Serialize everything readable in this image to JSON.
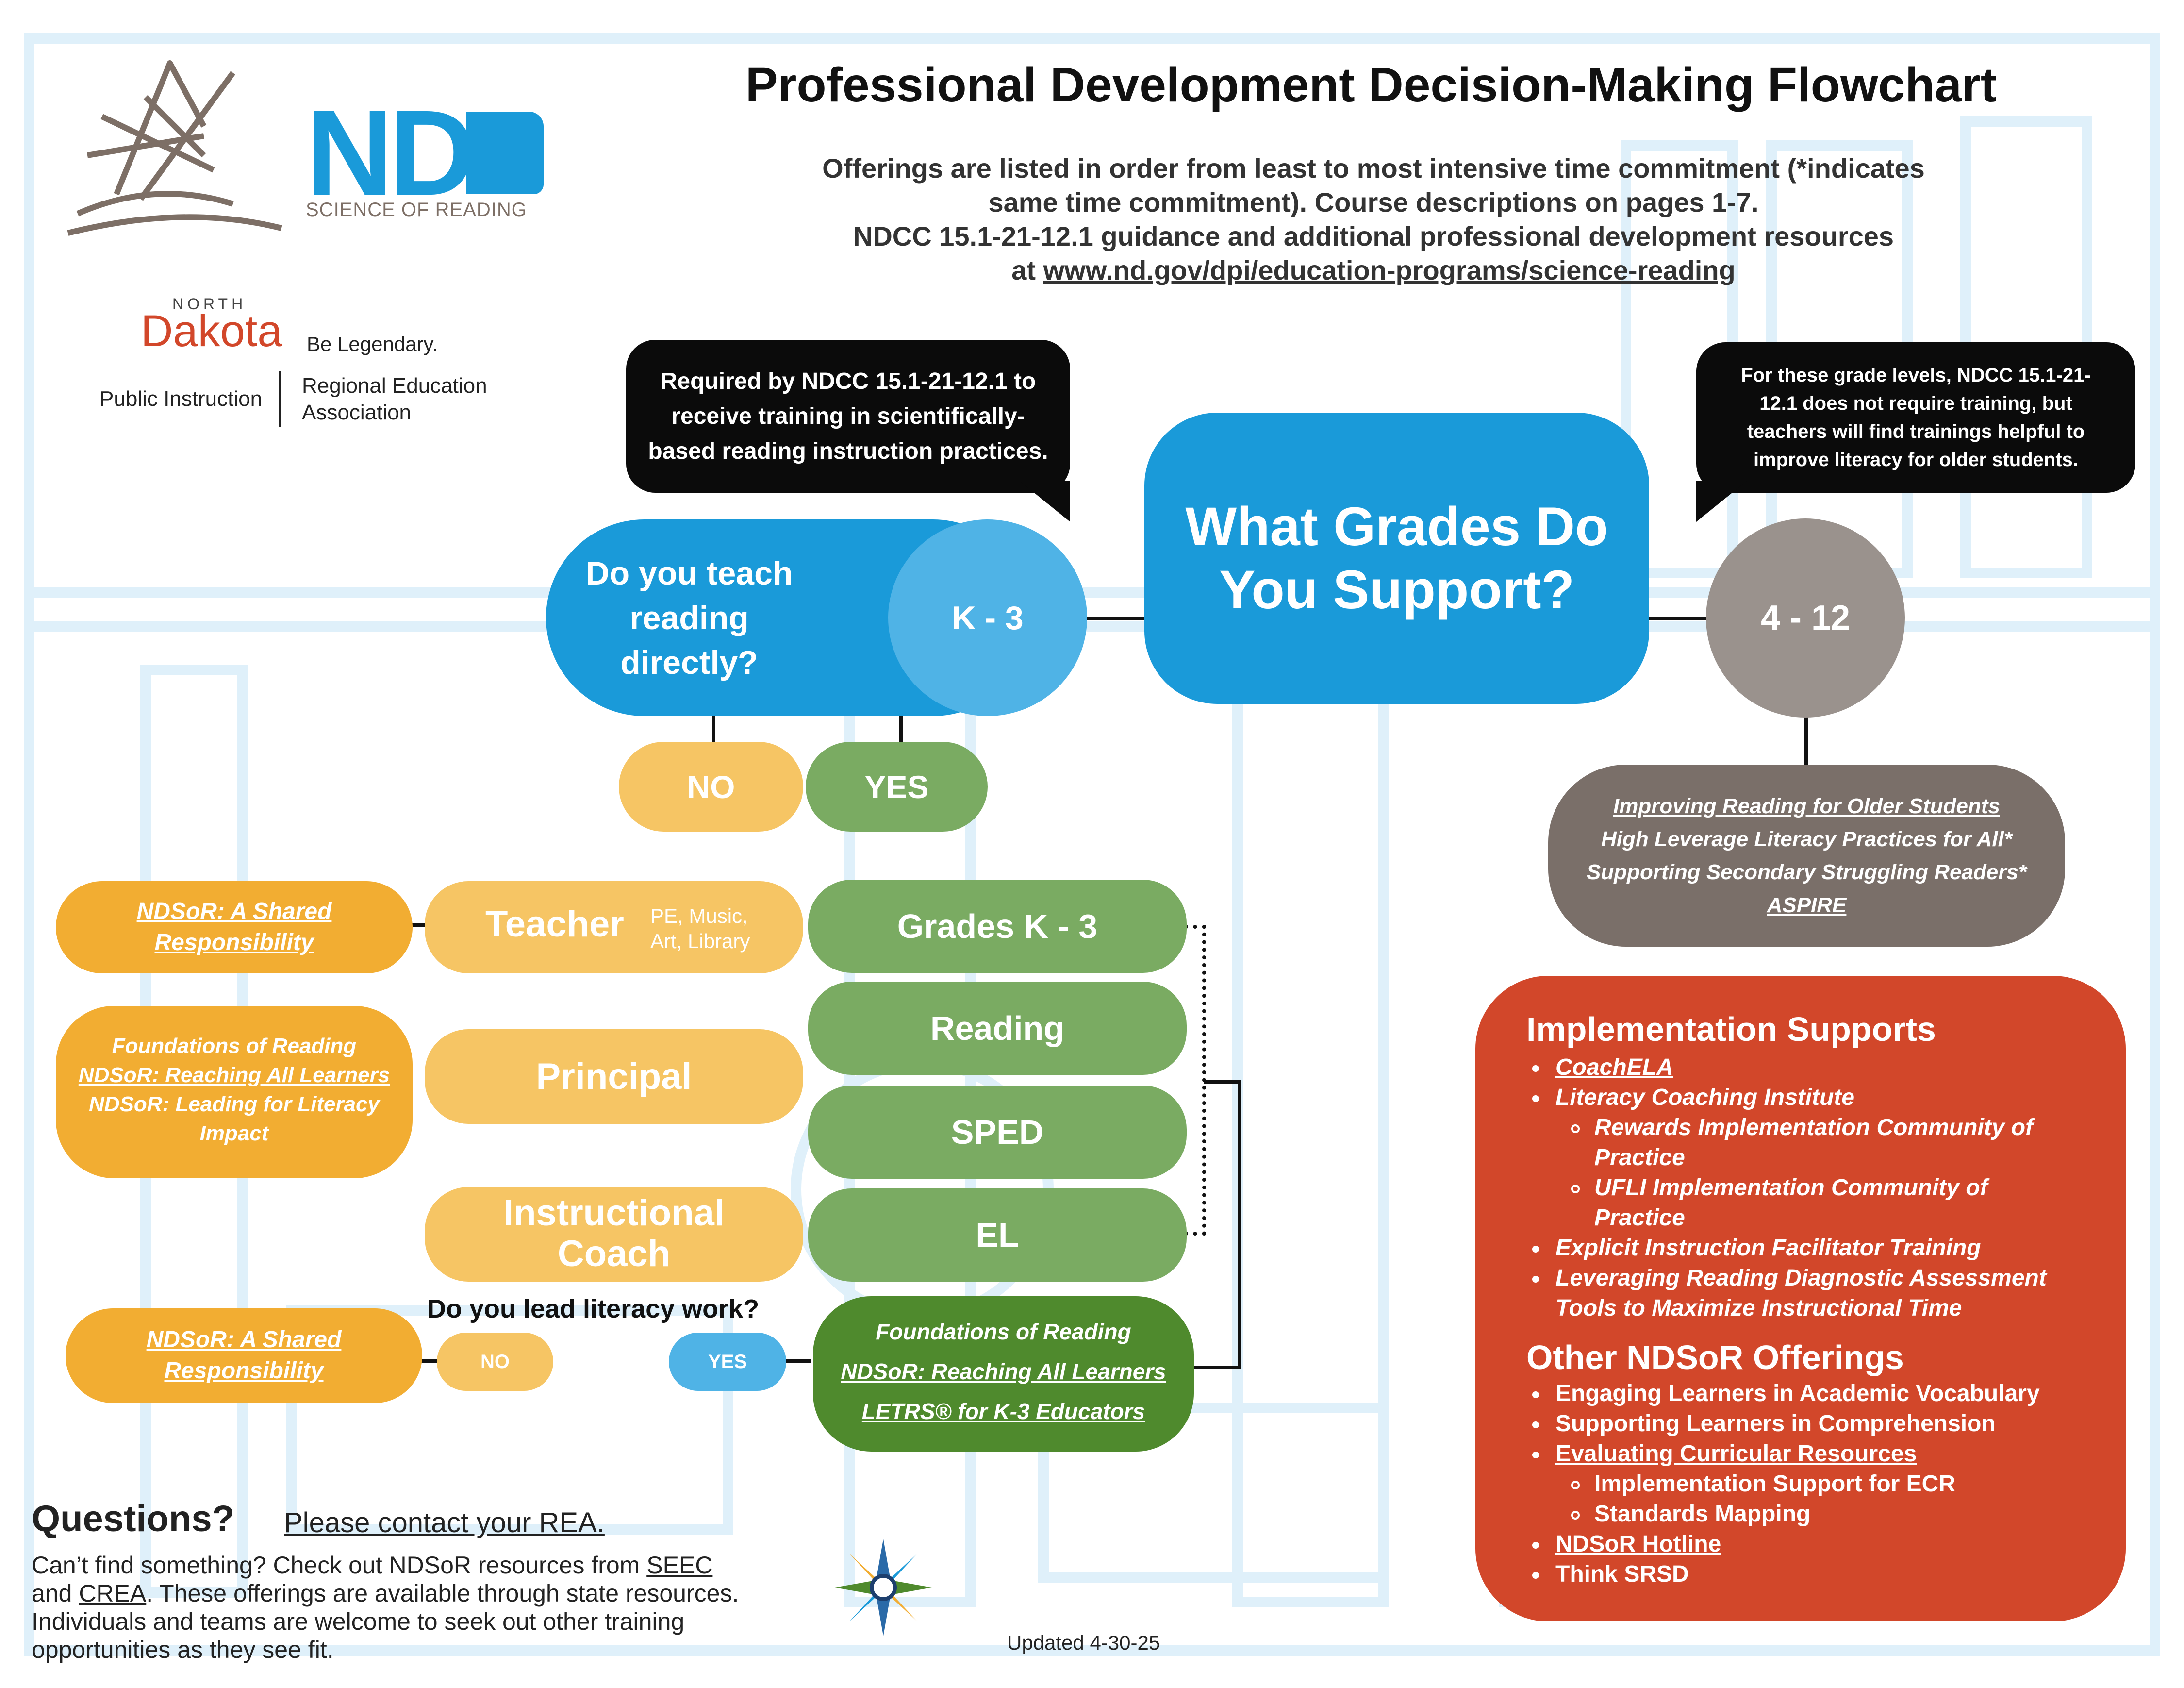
{
  "header": {
    "title": "Professional Development Decision-Making Flowchart",
    "sub1": "Offerings are listed in order from least to most intensive time commitment (*indicates",
    "sub2": "same time commitment). Course descriptions on pages 1-7.",
    "sub3": "NDCC 15.1-21-12.1 guidance and additional professional development resources",
    "sub4_prefix": "at ",
    "sub4_link": "www.nd.gov/dpi/education-programs/science-reading"
  },
  "logo": {
    "nd": "ND",
    "tagline": "SCIENCE OF READING",
    "north": "NORTH",
    "dakota": "Dakota",
    "legendary": "Be Legendary.",
    "public": "Public Instruction",
    "rea1": "Regional Education",
    "rea2": "Association"
  },
  "callouts": {
    "k3": "Required by NDCC 15.1-21-12.1 to receive training in scientifically-based reading instruction practices.",
    "upper": "For these grade levels, NDCC 15.1-21-12.1 does not require training, but teachers will find trainings helpful to improve literacy for older students."
  },
  "center": {
    "question": "What Grades Do You Support?",
    "teach_q": "Do you teach reading directly?",
    "k3": "K - 3",
    "g412": "4 - 12",
    "no": "NO",
    "yes": "YES"
  },
  "grades_4_12": {
    "items": [
      "Improving Reading for Older Students",
      "High Leverage Literacy Practices for All*",
      "Supporting Secondary Struggling Readers*",
      "ASPIRE"
    ]
  },
  "roles": {
    "teacher": "Teacher",
    "teacher_note1": "PE, Music,",
    "teacher_note2": "Art, Library",
    "principal": "Principal",
    "coach1": "Instructional",
    "coach2": "Coach"
  },
  "yes_path": {
    "grades": "Grades K - 3",
    "reading": "Reading",
    "sped": "SPED",
    "el": "EL"
  },
  "offerings": {
    "teacher": [
      "NDSoR: A Shared",
      "Responsibility"
    ],
    "principal": [
      "Foundations of Reading",
      "NDSoR: Reaching All Learners",
      "NDSoR: Leading for Literacy",
      "Impact"
    ],
    "coach_no": [
      "NDSoR: A Shared",
      "Responsibility"
    ],
    "coach_yes": [
      "Foundations of Reading",
      "NDSoR: Reaching All Learners",
      "LETRS® for K-3 Educators"
    ]
  },
  "lead": {
    "question": "Do you lead literacy work?",
    "no": "NO",
    "yes": "YES"
  },
  "implementation": {
    "title": "Implementation Supports",
    "items": [
      "CoachELA",
      "Literacy Coaching Institute",
      "Rewards Implementation Community of",
      "Practice",
      "UFLI Implementation Community of",
      "Practice",
      "Explicit Instruction Facilitator Training",
      "Leveraging Reading Diagnostic Assessment",
      "Tools to Maximize Instructional Time"
    ]
  },
  "other": {
    "title": "Other NDSoR Offerings",
    "items": [
      "Engaging Learners in Academic Vocabulary",
      "Supporting Learners in Comprehension",
      "Evaluating Curricular Resources",
      "Implementation Support for ECR",
      "Standards Mapping",
      "NDSoR Hotline",
      "Think SRSD"
    ]
  },
  "footer": {
    "questions": "Questions?",
    "contact": "Please contact your REA.",
    "line1a": "Can’t find something? Check out NDSoR resources from ",
    "seec": "SEEC",
    "line2a": "and ",
    "crea": "CREA",
    "line2b": ". These offerings are available through state resources.",
    "line3": "Individuals and teams are welcome to seek out other training",
    "line4": "opportunities as they see fit.",
    "updated": "Updated 4-30-25"
  },
  "colors": {
    "blue": "#1a9ad9",
    "light_blue": "#4fb3e6",
    "gray": "#9a928d",
    "dark_gray": "#7a6f69",
    "green": "#7aab62",
    "dark_green": "#4f8a2d",
    "yellow": "#f6c564",
    "orange": "#f2ad32",
    "red": "#d2472a"
  }
}
